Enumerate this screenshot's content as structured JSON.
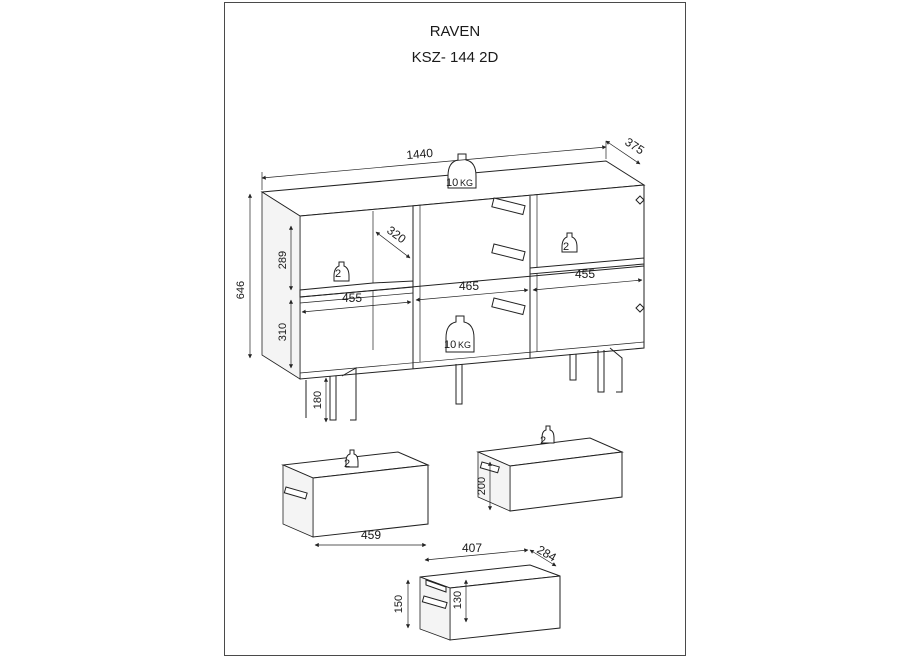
{
  "title": {
    "line1": "RAVEN",
    "line2": "KSZ- 144 2D"
  },
  "dimensions": {
    "width": "1440",
    "depth": "375",
    "height": "646",
    "upper_shelf_height": "289",
    "lower_shelf_height": "310",
    "leg_height": "180",
    "inner_depth": "320",
    "left_compartment_width": "455",
    "middle_compartment_width": "465",
    "right_compartment_width": "455",
    "drawer_width": "459",
    "drawer_front_height": "200",
    "drawer_box_width": "407",
    "drawer_box_depth": "284",
    "drawer_box_outer_height": "150",
    "drawer_box_inner_height": "130"
  },
  "loads": {
    "top": {
      "value": "10",
      "unit": "KG"
    },
    "middle_bottom": {
      "value": "10",
      "unit": "KG"
    },
    "left_shelf": {
      "value": "2",
      "unit": ""
    },
    "right_shelf": {
      "value": "2",
      "unit": ""
    },
    "drawer_left": {
      "value": "2",
      "unit": ""
    },
    "drawer_right": {
      "value": "2",
      "unit": ""
    }
  }
}
